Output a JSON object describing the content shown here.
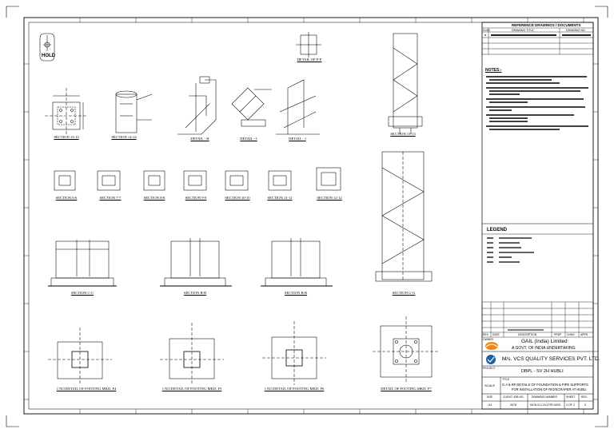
{
  "hold_stamp": "HOLD",
  "section_labels": {
    "s1313_top": "SECTION 13-13",
    "s1414": "SECTION 14-14",
    "detail_h": "DETAIL - H",
    "detail_i": "DETAIL - I",
    "detail_j": "DETAIL - J",
    "detail_p": "DETAIL OF P-P",
    "s1313_right": "SECTION 13-13",
    "s66": "SECTION 6-6",
    "s77": "SECTION 7-7",
    "s88": "SECTION 8-8",
    "s99": "SECTION 9-9",
    "s1010": "SECTION 10-10",
    "s1111": "SECTION 11-11",
    "s1212": "SECTION 12-12",
    "scc": "SECTION C-C",
    "sbb1": "SECTION B-B",
    "sbb2": "SECTION B-B",
    "sgg": "SECTION G-G",
    "f4": "1 NO DETAIL OF FOOTING MKD. F4",
    "f5": "1 NO DETAIL OF FOOTING MKD. F5",
    "f6": "1 NO DETAIL OF FOOTING MKD. F6",
    "f7": "DETAIL OF FOOTING MKD. F7"
  },
  "title_block": {
    "ref_header": "REFERENCE DRAWINGS / DOCUMENTS",
    "ref_col_no": "S.NO",
    "ref_col_title": "DRAWING TITLE",
    "ref_col_dwg": "DRAWING NO.",
    "notes_title": "NOTES:-",
    "legend_title": "LEGEND",
    "rev_cols": [
      "REV",
      "DATE",
      "DESCRIPTION",
      "PREP",
      "CHKD",
      "APPD"
    ],
    "owner_label": "OWNER",
    "owner_name": "GAIL (India) Limited",
    "owner_sub": "A GOVT. OF INDIA UNDERTAKING",
    "consultant": "M/s. VCS QUALITY SERVICES PVT. LTD.",
    "project_label": "PROJECT",
    "project_name": "DBPL - SV 2H HUBLI",
    "title_label": "TITLE",
    "title_line1": "G.A & RF DETAILS OF FOUNDATION & PIPE SUPPORTS",
    "title_line2": "FOR INSTALLATION OF RIO/SCRAPER AT HUBLI",
    "scale_label": "SCALE",
    "meta_cols": [
      "SIZE",
      "CLIENT JOB NO.",
      "DRAWING NUMBER",
      "SHEET",
      "REV."
    ],
    "meta_vals": [
      "A1",
      "0078",
      "0078-01-CIV-DTR-0003",
      "2 OF 2",
      "0"
    ]
  },
  "colors": {
    "line": "#000000",
    "logo_orange": "#e98a1f",
    "logo_blue": "#1f5fa8"
  }
}
